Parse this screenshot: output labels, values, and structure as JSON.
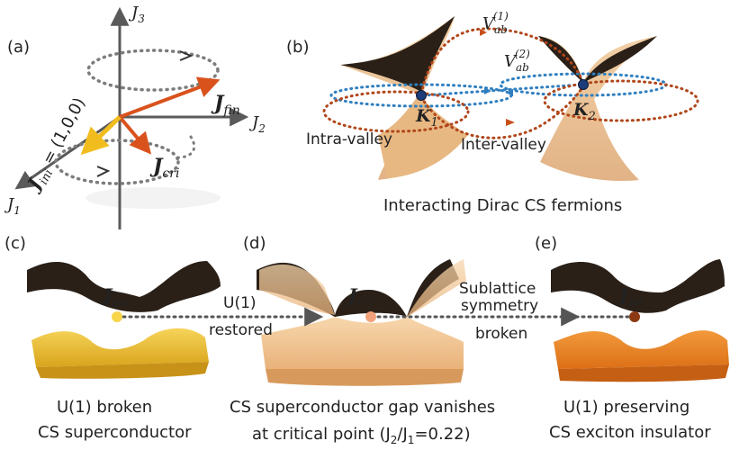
{
  "panels": {
    "a": "(a)",
    "b": "(b)",
    "c": "(c)",
    "d": "(d)",
    "e": "(e)"
  },
  "axes": {
    "j3": "J",
    "j3_sub": "3",
    "j2": "J",
    "j2_sub": "2",
    "j1": "J",
    "j1_sub": "1"
  },
  "vectors": {
    "j_fin": "J",
    "j_fin_sub": "fin",
    "j_cri": "J",
    "j_cri_sub": "cri",
    "j_ini": "J",
    "j_ini_sub": "ini",
    "j_ini_eq": " = (1,0,0)"
  },
  "panel_b": {
    "v1": "V",
    "v1_sub": "ab",
    "v1_sup": "(1)",
    "v2": "V",
    "v2_sub": "ab",
    "v2_sup": "(2)",
    "k1": "K",
    "k1_sub": "1",
    "k2": "K",
    "k2_sub": "2",
    "intra": "Intra-valley",
    "inter": "Inter-valley",
    "caption": "Interacting Dirac CS fermions"
  },
  "bottom": {
    "j_ini": "J",
    "j_ini_sub": "ini",
    "j_cri": "J",
    "j_cri_sub": "cri",
    "j_fin": "J",
    "j_fin_sub": "fin",
    "u1_line1": "U(1)",
    "u1_line2": "restored",
    "sub_line1": "Sublattice",
    "sub_line2": "symmetry",
    "sub_line3": "broken",
    "cap_c1": "U(1) broken",
    "cap_c2": "CS superconductor",
    "cap_d1": "CS superconductor gap vanishes",
    "cap_d2": "at critical point (J",
    "cap_d2_sub1": "2",
    "cap_d2_mid": "/J",
    "cap_d2_sub2": "1",
    "cap_d2_end": "=0.22)",
    "cap_e1": "U(1) preserving",
    "cap_e2": "CS exciton insulator"
  },
  "colors": {
    "axis": "#5a5a5a",
    "j_fin": "#d9521c",
    "j_ini": "#f1bd1e",
    "dotted": "#7c7c7c",
    "orbit_red": "#b0461a",
    "orbit_blue": "#2f7fc0",
    "cone_tan": "#e9b985",
    "dark_band": "#2a2018",
    "yellow": "#e9bd2a",
    "peach": "#f2c592",
    "orange": "#e57d1f",
    "dot_ini": "#f7d44a",
    "dot_cri": "#f2a27b",
    "dot_fin": "#8c3a14"
  }
}
